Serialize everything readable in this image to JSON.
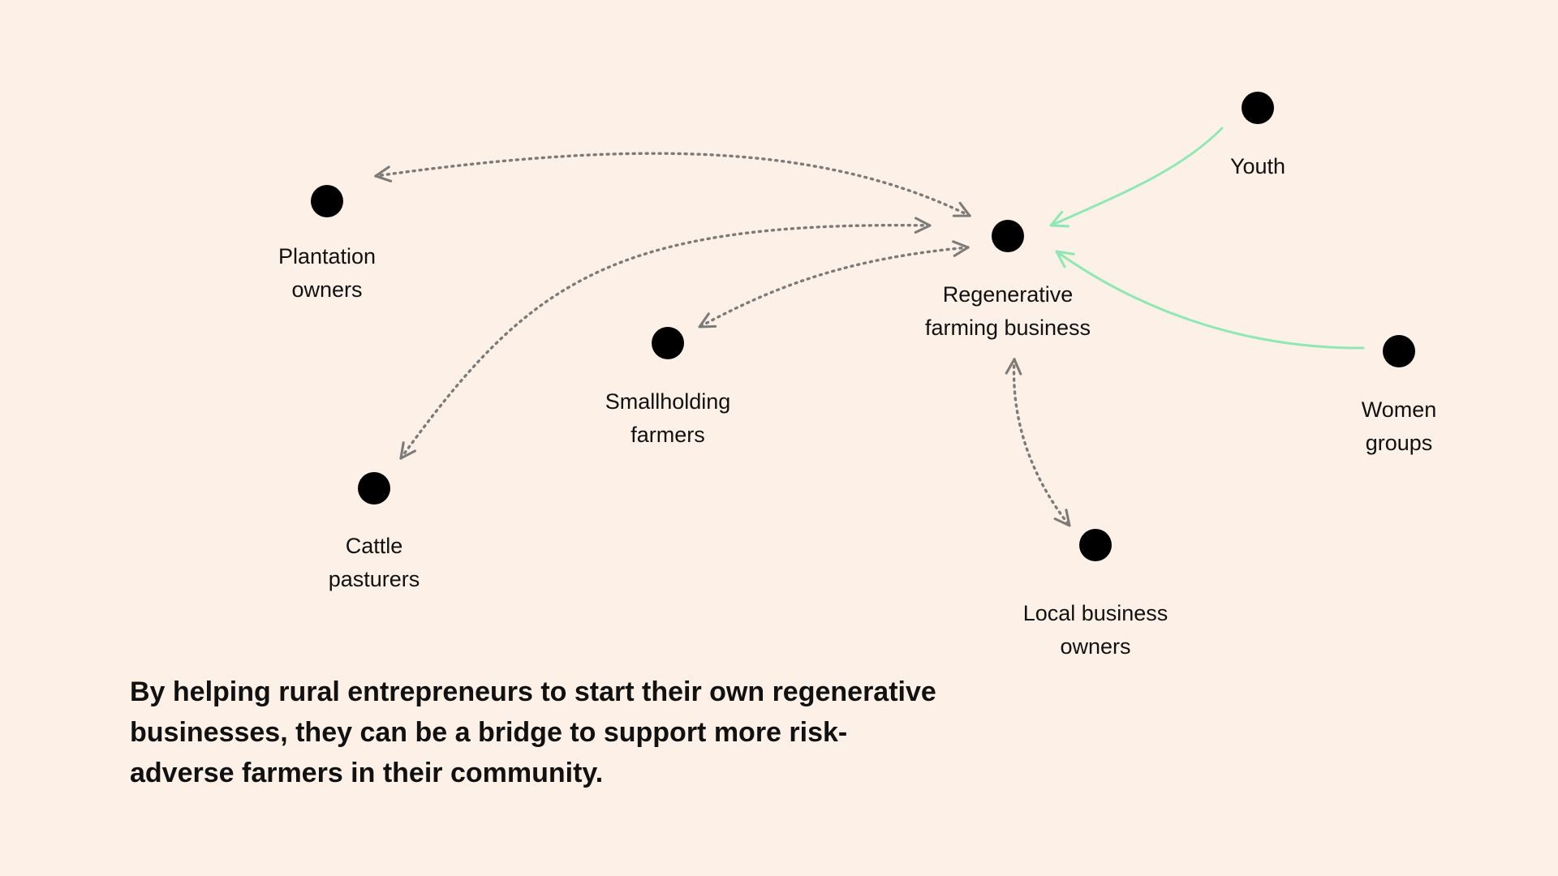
{
  "diagram": {
    "colors": {
      "background": "#fdf0e7",
      "node": "#000000",
      "dotted_arrow": "#7d7b78",
      "green_arrow": "#8fe8b4",
      "text": "#111111"
    },
    "nodes": {
      "plantation": {
        "label": "Plantation\nowners"
      },
      "regenerative": {
        "label": "Regenerative\nfarming business"
      },
      "youth": {
        "label": "Youth"
      },
      "smallholding": {
        "label": "Smallholding\nfarmers"
      },
      "women": {
        "label": "Women\ngroups"
      },
      "cattle": {
        "label": "Cattle\npasturers"
      },
      "local": {
        "label": "Local business\nowners"
      }
    },
    "edges": [
      {
        "from": "regenerative",
        "to": "plantation",
        "style": "dotted",
        "direction": "both"
      },
      {
        "from": "cattle",
        "to": "regenerative",
        "style": "dotted",
        "direction": "both"
      },
      {
        "from": "regenerative",
        "to": "smallholding",
        "style": "dotted",
        "direction": "both"
      },
      {
        "from": "regenerative",
        "to": "local",
        "style": "dotted",
        "direction": "both"
      },
      {
        "from": "youth",
        "to": "regenerative",
        "style": "solid-green",
        "direction": "forward"
      },
      {
        "from": "women",
        "to": "regenerative",
        "style": "solid-green",
        "direction": "forward"
      }
    ]
  },
  "caption": "By helping rural entrepreneurs to start their own regenerative businesses, they can be a bridge to support more risk-adverse farmers in their community."
}
